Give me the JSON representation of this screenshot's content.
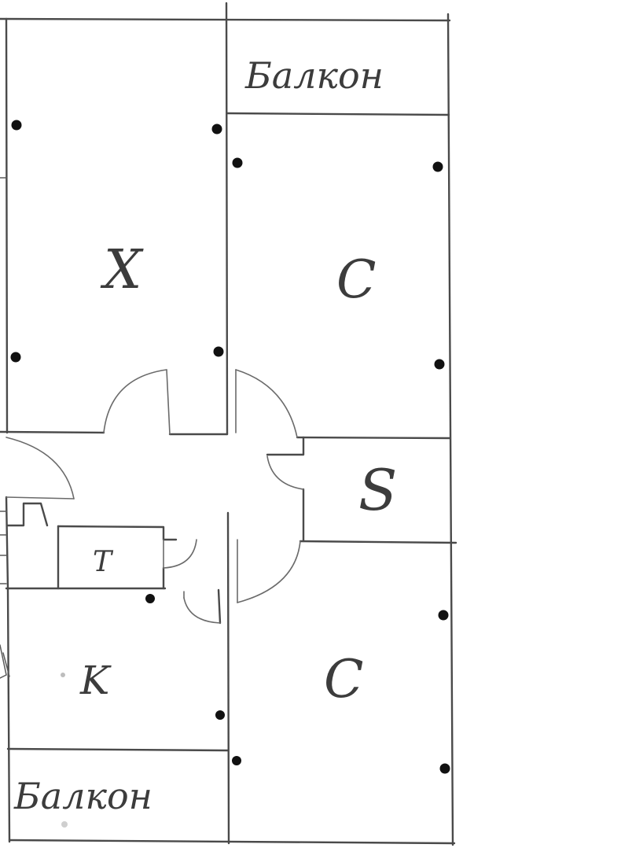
{
  "rooms": {
    "balcony_top": "Балкон",
    "room_x": "X",
    "room_c_top": "C",
    "room_s": "S",
    "room_t": "T",
    "room_k": "K",
    "room_c_bottom": "C",
    "balcony_bottom": "Балкон"
  },
  "colors": {
    "wall": "#4a4a4a",
    "marker": "#111111",
    "paper": "#ffffff"
  },
  "marker_count": 14
}
